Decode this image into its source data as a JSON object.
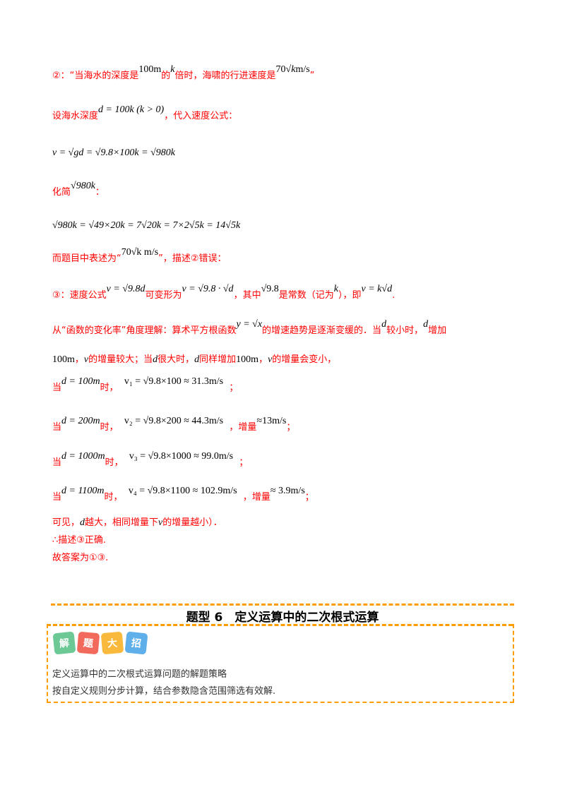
{
  "colors": {
    "answer_text": "#ff0000",
    "accent_dash": "#ff9c00",
    "badge_green": "#6cc996",
    "badge_red": "#f26a5b",
    "badge_yellow": "#f9b93c",
    "badge_blue": "#5fb0ea"
  },
  "lines": {
    "l1": {
      "a": "②：“当海水的深度是",
      "m1": "100m",
      "b": "的",
      "m2": "k",
      "c": "倍时，海啸的行进速度是",
      "m3a": "70",
      "m3b": "k",
      "m3c": "m/s",
      "d": "”"
    },
    "l2": {
      "a": "设海水深度",
      "m1": "d = 100k",
      "m2": "(k > 0)",
      "b": "，代入速度公式："
    },
    "l3": {
      "m": "v = √gd = √9.8×100k = √980k"
    },
    "l4": {
      "a": "化简",
      "m": "√980k",
      "b": "："
    },
    "l5": {
      "m": "√980k = √49×20k = 7√20k = 7×2√5k = 14√5k"
    },
    "l6": {
      "a": "而题目中表述为“",
      "m": "70√k m/s",
      "b": "”，描述②错误："
    },
    "l7": {
      "a": "③：速度公式",
      "m1": "v = √9.8d",
      "b": "可变形为",
      "m2": "v = √9.8 · √d",
      "c": "，其中",
      "m3": "√9.8",
      "d": "是常数（记为",
      "m4": "k",
      "e": "），即",
      "m5": "v = k√d",
      "f": "."
    },
    "l8": {
      "a": "从“函数的变化率”角度理解：算术平方根函数",
      "m1": "y = √x",
      "b": "的增速趋势是逐渐变缓的．当",
      "m2": "d",
      "c": "较小时，",
      "m3": "d",
      "d": "增加"
    },
    "l9": {
      "m1": "100m",
      "a": "，",
      "m2": "v",
      "b": "的增量较大；当",
      "m3": "d",
      "c": "很大时，",
      "m4": "d",
      "d": "同样增加",
      "m5": "100m",
      "e": "，",
      "m6": "v",
      "f": "的增量会变小，"
    },
    "l10": {
      "a": "当",
      "m1": "d = 100m",
      "b": "时，",
      "m2": "v₁ = √9.8×100 ≈ 31.3m/s",
      "c": "；"
    },
    "l11": {
      "a": "当",
      "m1": "d = 200m",
      "b": "时，",
      "m2": "v₂ = √9.8×200 ≈ 44.3m/s",
      "c": "，增量",
      "m3": "≈13m/s",
      "d": "；"
    },
    "l12": {
      "a": "当",
      "m1": "d = 1000m",
      "b": "时，",
      "m2": "v₃ = √9.8×1000 ≈ 99.0m/s",
      "c": "；"
    },
    "l13": {
      "a": "当",
      "m1": "d = 1100m",
      "b": "时，",
      "m2": "v₄ = √9.8×1100 ≈ 102.9m/s",
      "c": "，增量",
      "m3": "≈ 3.9m/s",
      "d": "；"
    },
    "l14": {
      "a": "可见，",
      "m1": "d",
      "b": "越大，相同增量下",
      "m2": "v",
      "c": "的增量越小）．"
    },
    "l15": {
      "a": "∴描述③正确."
    },
    "l16": {
      "a": "故答案为①③."
    }
  },
  "section": {
    "title": "题型 6　定义运算中的二次根式运算",
    "badges": [
      "解",
      "题",
      "大",
      "招"
    ],
    "strategy_title": "定义运算中的二次根式运算问题的解题策略",
    "strategy_text": "按自定义规则分步计算，结合参数隐含范围筛选有效解."
  }
}
